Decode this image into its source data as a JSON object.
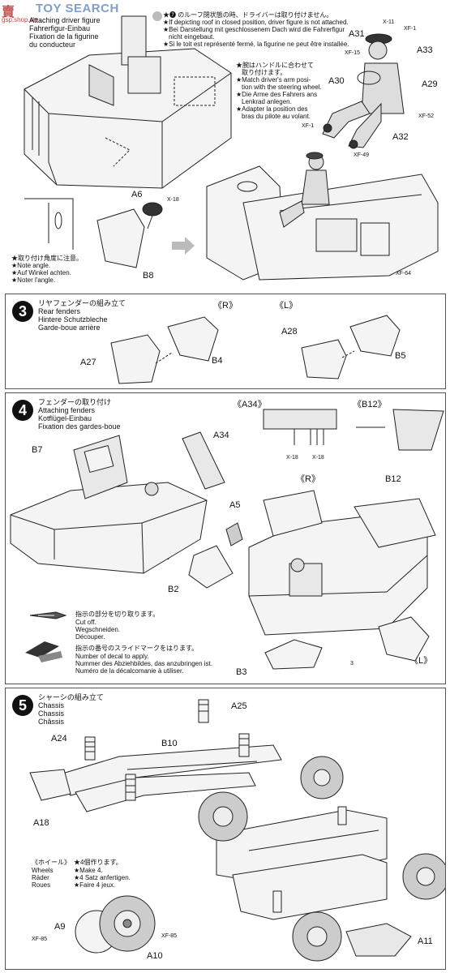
{
  "watermark": {
    "brand": "TOY SEARCH",
    "logo_glyph": "賣",
    "url": "gsp.shop.sle..."
  },
  "step_top": {
    "lines": [
      "Attaching driver figure",
      "Fahrerfigur-Einbau",
      "Fixation de la figurine",
      "du conducteur"
    ],
    "roof_note": [
      "★❼ のルーフ閉状態の時、ドライバーは取り付けません。",
      "★If depicting roof in closed position, driver figure is not attached.",
      "★Bei Darstellung mit geschlossenem Dach wird die Fahrerfigur",
      "nicht eingebaut.",
      "★Si le toit est représenté fermé, la figurine ne peut être installée."
    ],
    "arm_note": [
      "★腕はハンドルに合わせて",
      "取り付けます。",
      "★Match driver's arm posi-",
      "tion with the steering wheel.",
      "★Die Arme des Fahrers ans",
      "Lenkrad anlegen.",
      "★Adapter la position des",
      "bras du pilote au volant."
    ],
    "angle_note": [
      "★取り付け角度に注意。",
      "★Note angle.",
      "★Auf Winkel achten.",
      "★Noter l'angle."
    ],
    "parts": [
      "A31",
      "X-11",
      "XF-1",
      "XF-15",
      "A33",
      "A30",
      "A29",
      "XF-52",
      "XF-1",
      "A32",
      "XF-49",
      "A6",
      "X-18",
      "B8",
      "XF-64"
    ]
  },
  "step3": {
    "num": "3",
    "lines": [
      "リヤフェンダーの組み立て",
      "Rear fenders",
      "Hintere Schutzbleche",
      "Garde-boue arrière"
    ],
    "labels": [
      "《R》",
      "《L》",
      "A27",
      "B4",
      "A28",
      "B5"
    ]
  },
  "step4": {
    "num": "4",
    "lines": [
      "フェンダーの取り付け",
      "Attaching fenders",
      "Kotflügel-Einbau",
      "Fixation des gardes-boue"
    ],
    "labels": [
      "《A34》",
      "《B12》",
      "B7",
      "A34",
      "X-18",
      "X-18",
      "《R》",
      "B12",
      "A5",
      "B2",
      "B3",
      "《L》",
      "3",
      "3"
    ],
    "cut_note": [
      "指示の部分を切り取ります。",
      "Cut off.",
      "Wegschneiden.",
      "Découper."
    ],
    "decal_note": [
      "指示の番号のスライドマークをはります。",
      "Number of decal to apply.",
      "Nummer des Abziehbildes, das anzubringen ist.",
      "Numéro de la décalcomanie à utiliser."
    ]
  },
  "step5": {
    "num": "5",
    "lines": [
      "シャーシの組み立て",
      "Chassis",
      "Chassis",
      "Châssis"
    ],
    "labels": [
      "A25",
      "A24",
      "B10",
      "A18",
      "A9",
      "XF-85",
      "XF-85",
      "A10",
      "A11"
    ],
    "wheels_note": [
      "《ホイール》",
      "Wheels",
      "Räder",
      "Roues"
    ],
    "make_note": [
      "★4個作ります。",
      "★Make 4.",
      "★4 Satz anfertigen.",
      "★Faire 4 jeux."
    ]
  }
}
